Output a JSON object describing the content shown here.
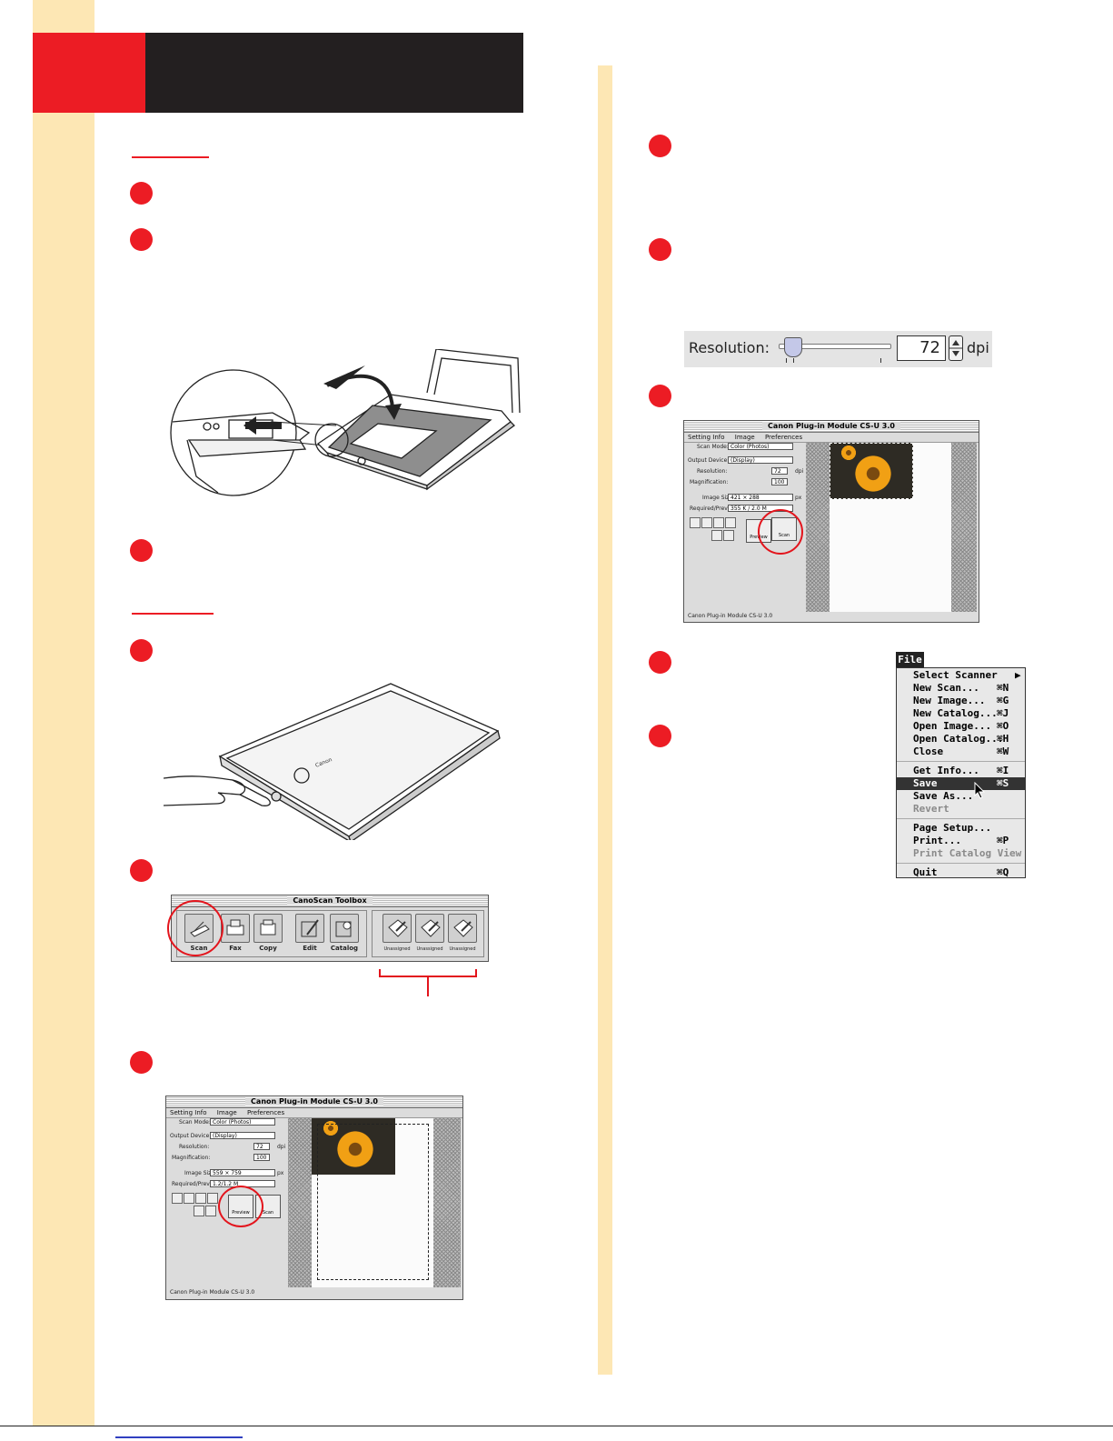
{
  "document": {
    "page_title": "",
    "footer_link": ""
  },
  "step_markers": [
    {
      "id": "left-1"
    },
    {
      "id": "left-2"
    },
    {
      "id": "left-3"
    },
    {
      "id": "left-4"
    },
    {
      "id": "left-5"
    },
    {
      "id": "left-6"
    },
    {
      "id": "right-1"
    },
    {
      "id": "right-2"
    },
    {
      "id": "right-3"
    },
    {
      "id": "right-4"
    },
    {
      "id": "right-5"
    }
  ],
  "resolution_control": {
    "label": "Resolution:",
    "value": "72",
    "unit": "dpi"
  },
  "toolbox": {
    "title": "CanoScan Toolbox",
    "buttons": [
      {
        "label": "Scan"
      },
      {
        "label": "Fax"
      },
      {
        "label": "Copy"
      },
      {
        "label": "Edit"
      },
      {
        "label": "Catalog"
      },
      {
        "label": "Unassigned"
      },
      {
        "label": "Unassigned"
      },
      {
        "label": "Unassigned"
      }
    ]
  },
  "plugin_window_large": {
    "title": "Canon Plug-in Module CS-U 3.0",
    "menu": [
      "Setting Info",
      "Image",
      "Preferences"
    ],
    "scan_mode_label": "Scan Mode:",
    "scan_mode_value": "Color (Photos)",
    "output_device_label": "Output Device:",
    "output_device_value": "(Display)",
    "resolution_label": "Resolution:",
    "resolution_value": "72",
    "resolution_unit": "dpi",
    "magnification_label": "Magnification:",
    "magnification_value": "100",
    "image_size_label": "Image Size:",
    "image_size_value": "559 × 759",
    "image_size_unit": "px",
    "required_label": "Required/Prev.",
    "required_value": "1.2/1.2 M",
    "preview_button": "Preview",
    "scan_button": "Scan",
    "status": "Canon Plug-in Module CS-U 3.0"
  },
  "plugin_window_small": {
    "title": "Canon Plug-in Module CS-U 3.0",
    "menu": [
      "Setting Info",
      "Image",
      "Preferences"
    ],
    "scan_mode_label": "Scan Mode:",
    "scan_mode_value": "Color (Photos)",
    "output_device_label": "Output Device:",
    "output_device_value": "(Display)",
    "resolution_label": "Resolution:",
    "resolution_value": "72",
    "resolution_unit": "dpi",
    "magnification_label": "Magnification:",
    "magnification_value": "100",
    "image_size_label": "Image Size:",
    "image_size_value": "421 × 288",
    "image_size_unit": "px",
    "required_label": "Required/Prev.",
    "required_value": "355 K / 2.0 M",
    "preview_button": "Preview",
    "scan_button": "Scan",
    "status": "Canon Plug-in Module CS-U 3.0"
  },
  "file_menu": {
    "title": "File",
    "items": [
      {
        "label": "Select Scanner",
        "shortcut": "",
        "state": "submenu"
      },
      {
        "label": "New Scan...",
        "shortcut": "⌘N",
        "state": "normal"
      },
      {
        "label": "New Image...",
        "shortcut": "⌘G",
        "state": "normal"
      },
      {
        "label": "New Catalog...",
        "shortcut": "⌘J",
        "state": "normal"
      },
      {
        "label": "Open Image...",
        "shortcut": "⌘O",
        "state": "normal"
      },
      {
        "label": "Open Catalog...",
        "shortcut": "⌘H",
        "state": "normal"
      },
      {
        "label": "Close",
        "shortcut": "⌘W",
        "state": "normal"
      },
      {
        "label": "Get Info...",
        "shortcut": "⌘I",
        "state": "normal"
      },
      {
        "label": "Save",
        "shortcut": "⌘S",
        "state": "selected"
      },
      {
        "label": "Save As...",
        "shortcut": "",
        "state": "normal"
      },
      {
        "label": "Revert",
        "shortcut": "",
        "state": "disabled"
      },
      {
        "label": "Page Setup...",
        "shortcut": "",
        "state": "normal"
      },
      {
        "label": "Print...",
        "shortcut": "⌘P",
        "state": "normal"
      },
      {
        "label": "Print Catalog View",
        "shortcut": "",
        "state": "disabled"
      },
      {
        "label": "Quit",
        "shortcut": "⌘Q",
        "state": "normal"
      }
    ]
  },
  "colors": {
    "accent_red": "#ec1c24",
    "band_yellow": "#fde7b4",
    "header_black": "#231f20"
  }
}
